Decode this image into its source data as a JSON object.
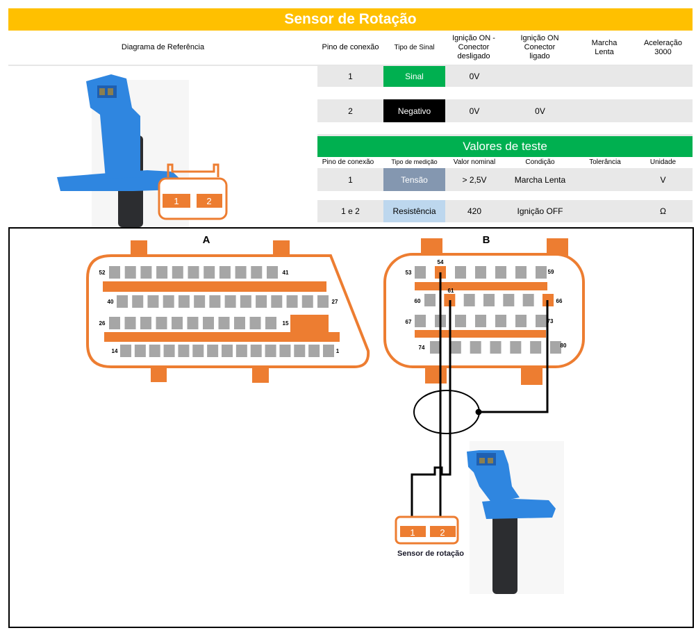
{
  "title": "Sensor de Rotação",
  "header": {
    "reference": "Diagrama de Referência",
    "pin": "Pino de conexão",
    "signal_type": "Tipo de Sinal",
    "ign_off": "Ignição ON - Conector desligado",
    "ign_on": "Ignição ON Conector ligado",
    "idle": "Marcha Lenta",
    "accel": "Aceleração 3000"
  },
  "signal_rows": [
    {
      "pin": "1",
      "type": "Sinal",
      "type_color": "#00b050",
      "ign_off": "0V",
      "ign_on": "",
      "idle": "",
      "accel": ""
    },
    {
      "pin": "2",
      "type": "Negativo",
      "type_color": "#000000",
      "ign_off": "0V",
      "ign_on": "0V",
      "idle": "",
      "accel": ""
    }
  ],
  "test": {
    "title": "Valores de teste",
    "headers": {
      "pin": "Pino de conexão",
      "measure": "Tipo de medição",
      "nominal": "Valor nominal",
      "condition": "Condição",
      "tolerance": "Tolerância",
      "unit": "Unidade"
    },
    "rows": [
      {
        "pin": "1",
        "measure": "Tensão",
        "measure_color": "#8497b0",
        "nominal": "> 2,5V",
        "condition": "Marcha Lenta",
        "tolerance": "",
        "unit": "V"
      },
      {
        "pin": "1 e 2",
        "measure": "Resistência",
        "measure_color": "#bdd7ee",
        "nominal": "420",
        "condition": "Ignição OFF",
        "tolerance": "",
        "unit": "Ω"
      }
    ]
  },
  "ref_connector": {
    "pins": [
      "1",
      "2"
    ]
  },
  "connector_a": {
    "label": "A",
    "pin_labels": {
      "r1l": "52",
      "r1r": "41",
      "r2l": "40",
      "r2r": "27",
      "r3l": "26",
      "r3r": "15",
      "r4l": "14",
      "r4r": "1"
    }
  },
  "connector_b": {
    "label": "B",
    "pin_labels": {
      "r1l": "53",
      "r1s": "54",
      "r1r": "59",
      "r2l": "60",
      "r2s": "61",
      "r2r": "66",
      "r3l": "67",
      "r3r": "73",
      "r4l": "74",
      "r4r": "80"
    }
  },
  "sensor": {
    "label": "Sensor de rotação",
    "pins": [
      "1",
      "2"
    ]
  },
  "colors": {
    "orange": "#ed7d31",
    "pin_gray": "#a6a6a6",
    "yellow": "#ffc000",
    "green": "#00b050"
  }
}
